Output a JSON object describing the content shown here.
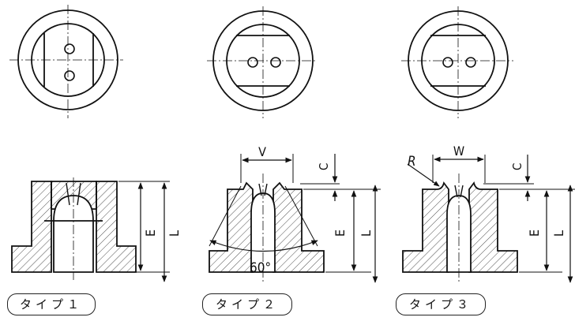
{
  "diagram": {
    "types": [
      {
        "label": "タイプ１"
      },
      {
        "label": "タイプ２"
      },
      {
        "label": "タイプ３"
      }
    ],
    "dims": {
      "e": "E",
      "l": "L",
      "c": "C",
      "v": "V",
      "w": "W",
      "r": "R",
      "angle": "60°"
    }
  }
}
